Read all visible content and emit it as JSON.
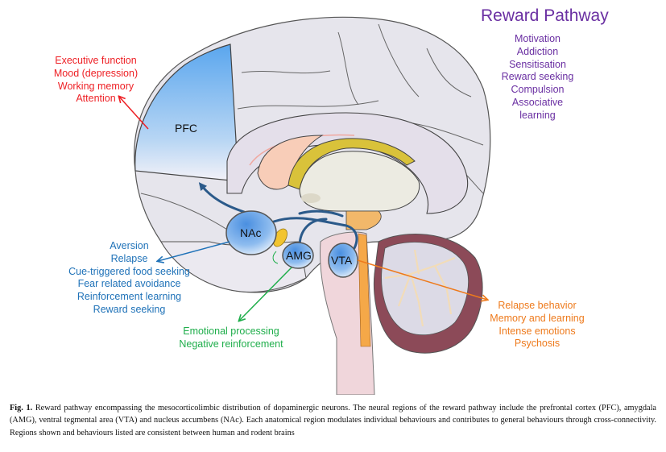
{
  "figure": {
    "title": "Reward Pathway",
    "reward_behaviours": [
      "Motivation",
      "Addiction",
      "Sensitisation",
      "Reward seeking",
      "Compulsion",
      "Associative",
      "learning"
    ],
    "regions": {
      "pfc": {
        "label": "PFC",
        "behaviours": [
          "Executive function",
          "Mood (depression)",
          "Working memory",
          "Attention"
        ]
      },
      "nac": {
        "label": "NAc",
        "behaviours": [
          "Aversion",
          "Relapse",
          "Cue-triggered food seeking",
          "Fear related avoidance",
          "Reinforcement learning",
          "Reward seeking"
        ]
      },
      "amg": {
        "label": "AMG",
        "behaviours": [
          "Emotional processing",
          "Negative reinforcement"
        ]
      },
      "vta": {
        "label": "VTA",
        "behaviours": [
          "Relapse behavior",
          "Memory and learning",
          "Intense emotions",
          "Psychosis"
        ]
      }
    },
    "colors": {
      "title": "#6a2fa2",
      "pfc": "#ee1f24",
      "nac": "#1f72b8",
      "amg": "#1fae4b",
      "vta": "#ee7a1c",
      "pathway": "#2b5a8a"
    }
  },
  "caption": {
    "label": "Fig. 1.",
    "text": "Reward pathway encompassing the mesocorticolimbic distribution of dopaminergic neurons. The neural regions of the reward pathway include the prefrontal cortex (PFC), amygdala (AMG), ventral tegmental area (VTA) and nucleus accumbens (NAc). Each anatomical region modulates individual behaviours and contributes to general behaviours through cross-connectivity. Regions shown and behaviours listed are consistent between human and rodent brains"
  }
}
